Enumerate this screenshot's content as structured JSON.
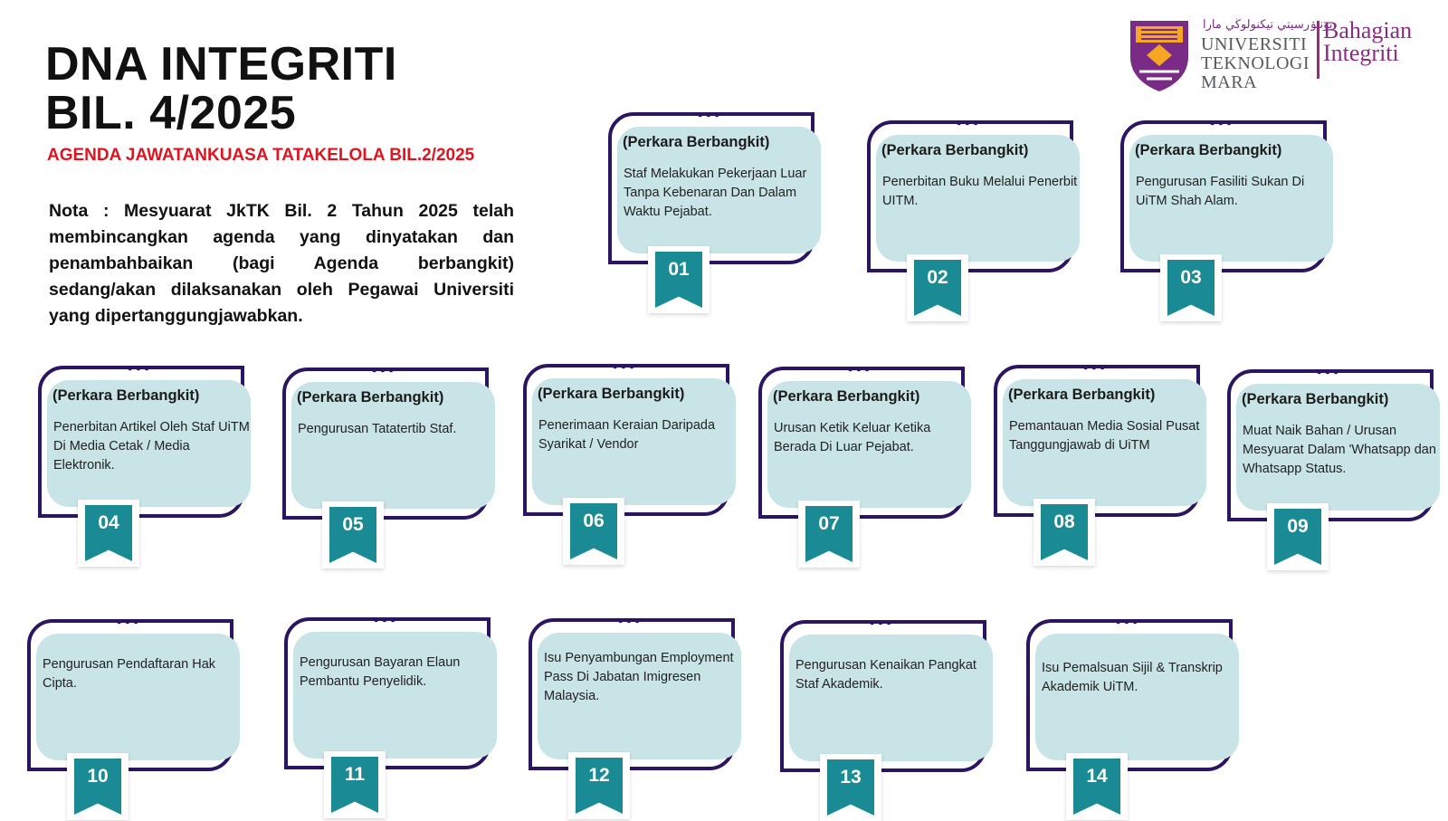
{
  "header": {
    "title_line1": "DNA INTEGRITI",
    "title_line2": "BIL. 4/2025",
    "subtitle": "AGENDA JAWATANKUASA TATAKELOLA BIL.2/2025",
    "note": "Nota : Mesyuarat JkTK Bil. 2 Tahun 2025 telah membincangkan agenda yang dinyatakan dan penambahbaikan (bagi Agenda berbangkit) sedang/akan dilaksanakan oleh Pegawai Universiti yang dipertanggungjawabkan."
  },
  "logo": {
    "jawi": "يونيۏرسيتي تيكنولوڬي مارا",
    "university_line1": "UNIVERSITI",
    "university_line2": "TEKNOLOGI",
    "university_line3": "MARA",
    "department_line1": "Bahagian",
    "department_line2": "Integriti",
    "colors": {
      "purple": "#8a2b86",
      "gold": "#f5a623",
      "grey": "#55595c"
    }
  },
  "colors": {
    "card_fill": "#c8e4e6",
    "frame": "#2b1462",
    "badge": "#1a8b94",
    "subtitle": "#e0141e"
  },
  "cards": [
    {
      "number": "01",
      "heading": "(Perkara Berbangkit)",
      "text": "Staf Melakukan Pekerjaan Luar Tanpa Kebenaran Dan Dalam Waktu Pejabat."
    },
    {
      "number": "02",
      "heading": "(Perkara Berbangkit)",
      "text": "Penerbitan Buku Melalui Penerbit UITM."
    },
    {
      "number": "03",
      "heading": "(Perkara Berbangkit)",
      "text": "Pengurusan Fasiliti Sukan Di UiTM Shah Alam."
    },
    {
      "number": "04",
      "heading": "(Perkara Berbangkit)",
      "text": "Penerbitan Artikel Oleh Staf UiTM Di Media Cetak / Media Elektronik."
    },
    {
      "number": "05",
      "heading": "(Perkara Berbangkit)",
      "text": "Pengurusan Tatatertib Staf."
    },
    {
      "number": "06",
      "heading": "(Perkara Berbangkit)",
      "text": "Penerimaan Keraian Daripada Syarikat / Vendor"
    },
    {
      "number": "07",
      "heading": "(Perkara Berbangkit)",
      "text": "Urusan Ketik Keluar Ketika Berada Di Luar Pejabat."
    },
    {
      "number": "08",
      "heading": "(Perkara Berbangkit)",
      "text": "Pemantauan Media Sosial Pusat Tanggungjawab di UiTM"
    },
    {
      "number": "09",
      "heading": "(Perkara Berbangkit)",
      "text": "Muat Naik Bahan / Urusan Mesyuarat Dalam 'Whatsapp dan Whatsapp Status."
    },
    {
      "number": "10",
      "heading": "",
      "text": "Pengurusan Pendaftaran Hak Cipta."
    },
    {
      "number": "11",
      "heading": "",
      "text": "Pengurusan Bayaran Elaun Pembantu Penyelidik."
    },
    {
      "number": "12",
      "heading": "",
      "text": "Isu Penyambungan Employment Pass Di Jabatan Imigresen Malaysia."
    },
    {
      "number": "13",
      "heading": "",
      "text": "Pengurusan Kenaikan Pangkat Staf Akademik."
    },
    {
      "number": "14",
      "heading": "",
      "text": "Isu Pemalsuan Sijil & Transkrip Akademik UiTM."
    }
  ]
}
